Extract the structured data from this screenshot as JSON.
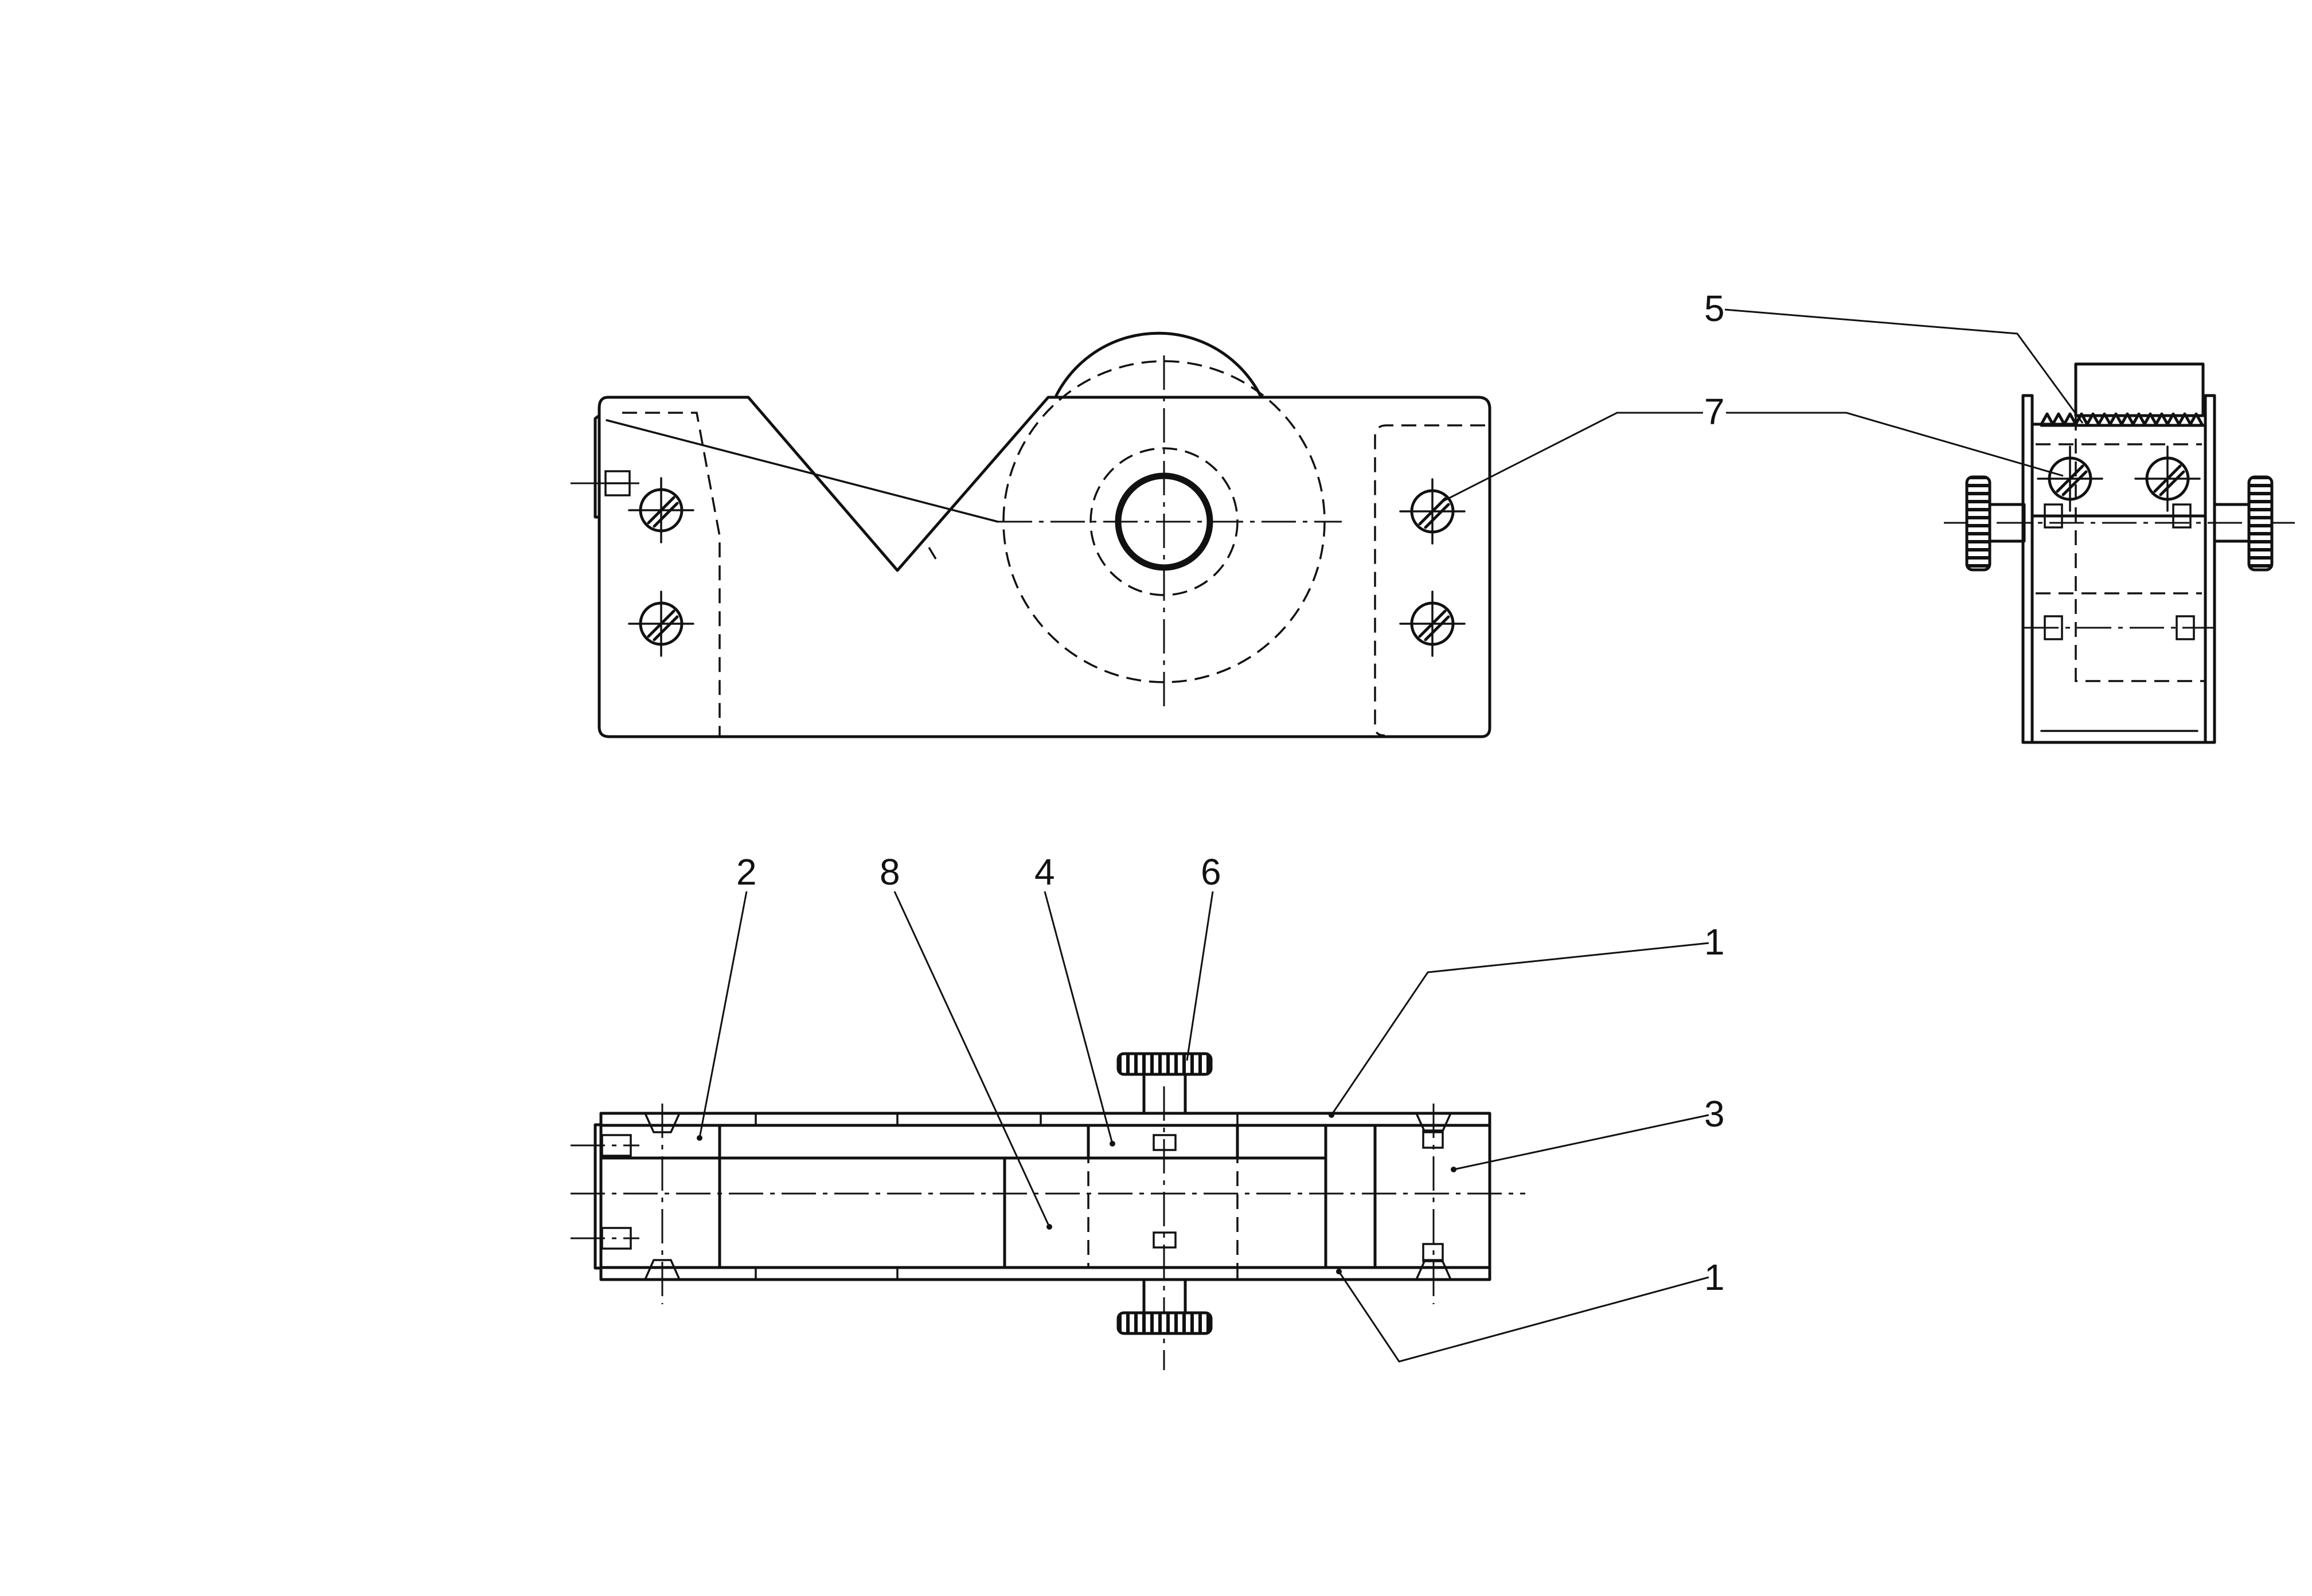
{
  "labels": {
    "l5": "5",
    "l7": "7",
    "l2": "2",
    "l8": "8",
    "l4": "4",
    "l6": "6",
    "l1_top": "1",
    "l3": "3",
    "l1_bottom": "1"
  },
  "colors": {
    "ink": "#111111",
    "paper": "#ffffff"
  }
}
